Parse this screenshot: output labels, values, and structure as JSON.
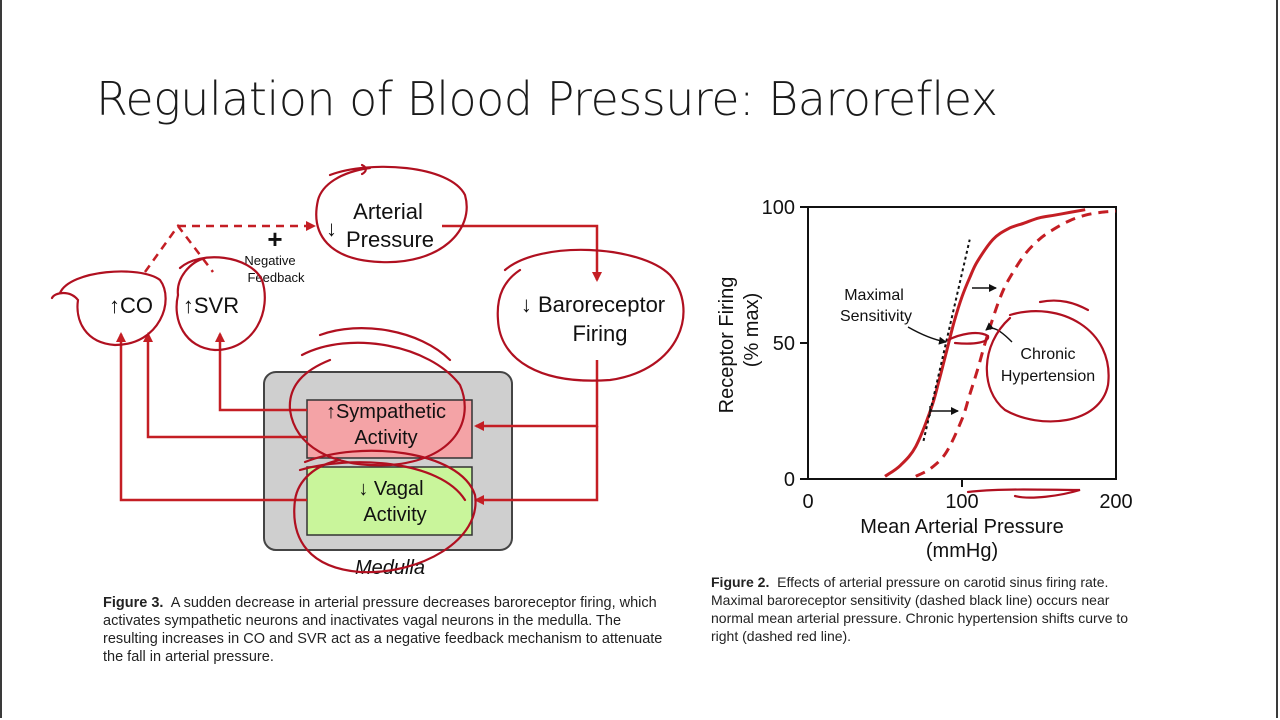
{
  "slide": {
    "title": "Regulation of Blood Pressure: Baroreflex"
  },
  "figure3": {
    "nodes": {
      "arterial_pressure": [
        "Arterial",
        "Pressure"
      ],
      "arterial_arrow": "↓",
      "baroreceptor": [
        "↓ Baroreceptor",
        "Firing"
      ],
      "co": "↑CO",
      "svr": "↑SVR",
      "sympathetic": [
        "↑Sympathetic",
        "Activity"
      ],
      "vagal": [
        "↓ Vagal",
        "Activity"
      ],
      "medulla": "Medulla"
    },
    "plus_sign": "+",
    "negative_feedback": [
      "Negative",
      "Feedback"
    ],
    "caption_label": "Figure 3.",
    "caption_text": "A sudden decrease in arterial pressure decreases baroreceptor firing, which activates sympathetic neurons and inactivates vagal neurons in the medulla. The resulting increases in CO and SVR act as a negative feedback mechanism to attenuate the fall in arterial pressure.",
    "colors": {
      "arrow": "#c41e24",
      "sympathetic_fill": "#f4a3a6",
      "vagal_fill": "#c9f59b",
      "medulla_fill": "#cfcfcf",
      "annotation": "#b01020"
    }
  },
  "figure2": {
    "chart_data": {
      "type": "line",
      "xlabel": [
        "Mean Arterial Pressure",
        "(mmHg)"
      ],
      "ylabel": [
        "Receptor Firing",
        "(% max)"
      ],
      "xlim": [
        0,
        200
      ],
      "ylim": [
        0,
        100
      ],
      "xticks": [
        "0",
        "100",
        "200"
      ],
      "yticks": [
        "0",
        "50",
        "100"
      ],
      "series": [
        {
          "style": "solid-red",
          "x": [
            50,
            60,
            70,
            80,
            85,
            90,
            95,
            100,
            105,
            110,
            120,
            130,
            140,
            150,
            160,
            170,
            180
          ],
          "y": [
            1,
            5,
            12,
            26,
            36,
            47,
            58,
            67,
            74,
            80,
            88,
            92,
            94,
            96,
            97,
            98,
            99
          ]
        },
        {
          "style": "dashed-red",
          "x": [
            70,
            80,
            90,
            100,
            105,
            110,
            115,
            120,
            125,
            130,
            140,
            150,
            160,
            170,
            180,
            190,
            200
          ],
          "y": [
            1,
            4,
            10,
            22,
            31,
            40,
            50,
            59,
            67,
            73,
            82,
            88,
            92,
            95,
            97,
            98,
            98.5
          ]
        },
        {
          "style": "dashed-black",
          "x": [
            75,
            105
          ],
          "y": [
            14,
            88
          ]
        }
      ],
      "annotations": {
        "maximal_sensitivity": [
          "Maximal",
          "Sensitivity"
        ],
        "chronic_hypertension": [
          "Chronic",
          "Hypertension"
        ]
      }
    },
    "caption_label": "Figure 2.",
    "caption_text": "Effects of arterial pressure on carotid sinus firing rate. Maximal baroreceptor sensitivity (dashed black line) occurs near normal mean arterial pressure. Chronic hypertension shifts curve to right (dashed red line)."
  }
}
